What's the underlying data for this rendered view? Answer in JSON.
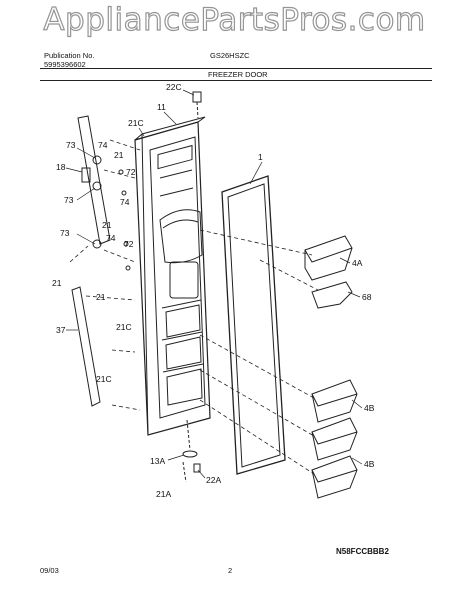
{
  "watermark": "AppliancePartsPros.com",
  "header": {
    "publication_label": "Publication No.",
    "publication_number": "5995396602",
    "model": "GS26HSZC",
    "section_title": "FREEZER DOOR"
  },
  "callouts": {
    "c22c": "22C",
    "c11": "11",
    "c21c_top": "21C",
    "c73_a": "73",
    "c74_a": "74",
    "c21_a": "21",
    "c18": "18",
    "c72_a": "72",
    "c73_b": "73",
    "c74_b": "74",
    "c21_b": "21",
    "c72_b": "72",
    "c73_c": "73",
    "c74_c": "74",
    "c21_left": "21",
    "c21_mid": "21",
    "c37": "37",
    "c21c_mid": "21C",
    "c21c_low": "21C",
    "c1": "1",
    "c4a": "4A",
    "c68": "68",
    "c4b_a": "4B",
    "c4b_b": "4B",
    "c13a": "13A",
    "c22a": "22A",
    "c21a": "21A"
  },
  "footer": {
    "date": "09/03",
    "page": "2",
    "drawing_code": "N58FCCBBB2"
  }
}
